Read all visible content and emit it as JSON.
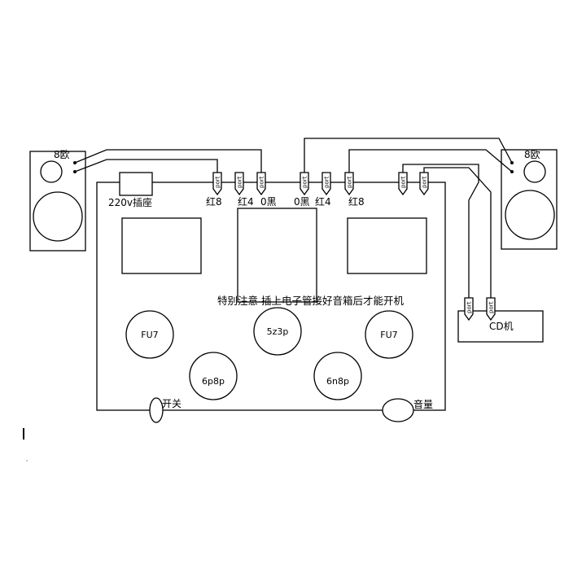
{
  "speakers": {
    "left_label": "8欧",
    "right_label": "8欧"
  },
  "chassis": {
    "power_socket_label": "220v插座",
    "notice": "特别注意 插上电子管接好音箱后才能开机",
    "switch_label": "开关",
    "volume_label": "音量"
  },
  "ports": {
    "port_text": "port",
    "labels": [
      "红8",
      "红4",
      "0黑",
      "0黑",
      "红4",
      "红8"
    ]
  },
  "tubes": {
    "fu7_left": "FU7",
    "rectifier": "5z3p",
    "fu7_right": "FU7",
    "driver_left": "6p8p",
    "driver_right": "6n8p"
  },
  "cd_player": {
    "label": "CD机"
  }
}
